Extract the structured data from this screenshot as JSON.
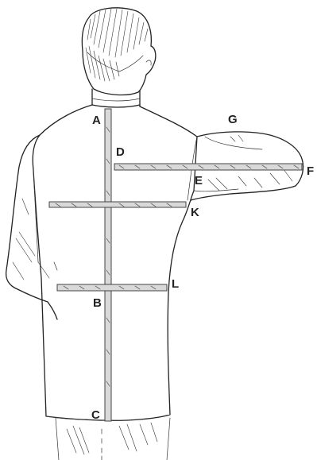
{
  "colors": {
    "ink": "#222222",
    "tape_fill": "#d9d9d9",
    "background": "#ffffff"
  },
  "labels": {
    "A": "A",
    "B": "B",
    "C": "C",
    "D": "D",
    "E": "E",
    "F": "F",
    "G": "G",
    "K": "K",
    "L": "L"
  }
}
